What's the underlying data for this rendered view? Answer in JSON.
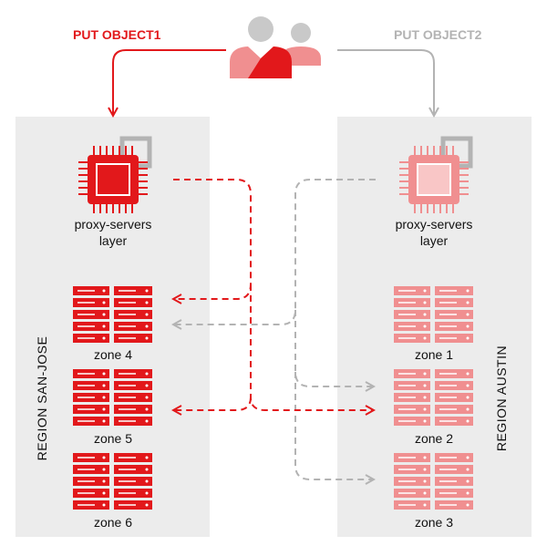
{
  "labels": {
    "put_object_1": "PUT OBJECT1",
    "put_object_2": "PUT OBJECT2",
    "region_left": "REGION SAN-JOSE",
    "region_right": "REGION AUSTIN",
    "proxy_left": {
      "line1": "proxy-servers",
      "line2": "layer"
    },
    "proxy_right": {
      "line1": "proxy-servers",
      "line2": "layer"
    }
  },
  "zones_left": [
    {
      "label": "zone 4"
    },
    {
      "label": "zone 5"
    },
    {
      "label": "zone 6"
    }
  ],
  "zones_right": [
    {
      "label": "zone 1"
    },
    {
      "label": "zone 2"
    },
    {
      "label": "zone 3"
    }
  ],
  "colors": {
    "primary_red": "#e2181b",
    "light_red": "#f08f90",
    "gray_flow": "#b3b3b3",
    "panel_bg": "#ececec",
    "user_gray": "#c9c9c9"
  }
}
